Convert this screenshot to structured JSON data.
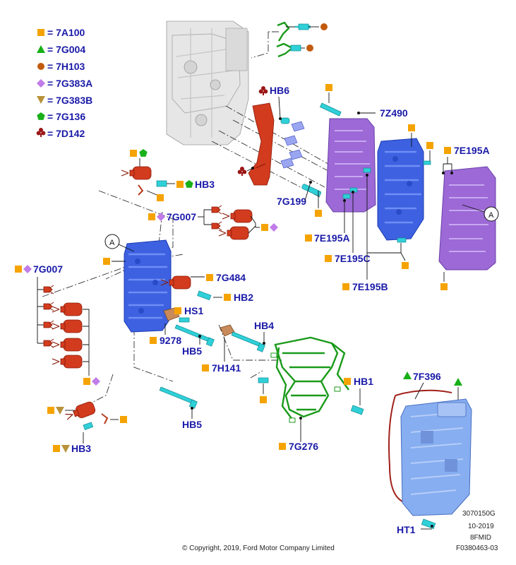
{
  "legend": [
    {
      "symbol": "square",
      "color": "#f5a300",
      "code": "= 7A100"
    },
    {
      "symbol": "triangle",
      "color": "#16b016",
      "code": "= 7G004"
    },
    {
      "symbol": "circle",
      "color": "#c25a0e",
      "code": "= 7H103"
    },
    {
      "symbol": "diamond",
      "color": "#c07ce8",
      "code": "= 7G383A"
    },
    {
      "symbol": "inverted-triangle",
      "color": "#b8923a",
      "code": "= 7G383B"
    },
    {
      "symbol": "pentagon",
      "color": "#19b019",
      "code": "= 7G136"
    },
    {
      "symbol": "club",
      "color": "#9b1616",
      "code": "= 7D142"
    }
  ],
  "labels": {
    "hb6": "HB6",
    "z490": "7Z490",
    "e195a_top": "7E195A",
    "hb3_top": "HB3",
    "g199": "7G199",
    "g007_top": "7G007",
    "callout_a": "A",
    "e195a_mid": "7E195A",
    "e195c": "7E195C",
    "e195b": "7E195B",
    "g007_left": "7G007",
    "g484": "7G484",
    "hb2": "HB2",
    "hs1": "HS1",
    "n9278": "9278",
    "hb5_mid": "HB5",
    "hb4": "HB4",
    "h141": "7H141",
    "hb1": "HB1",
    "f396": "7F396",
    "hb5_low": "HB5",
    "hb3_low": "HB3",
    "g276": "7G276",
    "ht1": "HT1"
  },
  "info": {
    "line1": "3070150G",
    "line2": "10-2019",
    "line3": "8FMID",
    "line4": "F0380463-03",
    "copyright": "© Copyright, 2019, Ford Motor Company Limited"
  }
}
